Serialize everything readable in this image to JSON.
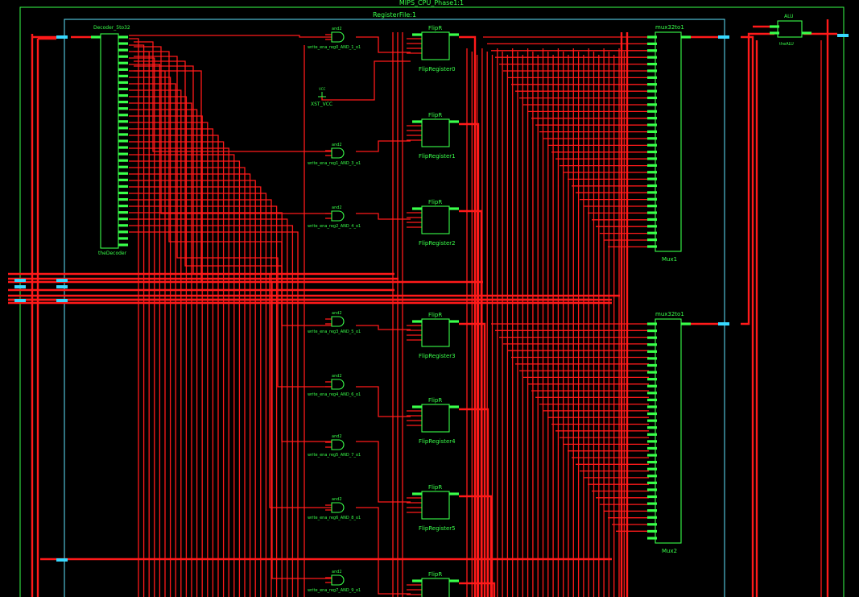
{
  "design": {
    "top_title": "MIPS_CPU_Phase1:1",
    "regfile_title": "RegisterFile:1"
  },
  "decoder": {
    "type": "Decoder_5to32",
    "name": "theDecoder"
  },
  "muxes": [
    {
      "type": "mux32to1",
      "name": "Mux1"
    },
    {
      "type": "mux32to1",
      "name": "Mux2"
    }
  ],
  "flipflops": [
    {
      "type": "FlipR",
      "name": "FlipRegister0"
    },
    {
      "type": "FlipR",
      "name": "FlipRegister1"
    },
    {
      "type": "FlipR",
      "name": "FlipRegister2"
    },
    {
      "type": "FlipR",
      "name": "FlipRegister3"
    },
    {
      "type": "FlipR",
      "name": "FlipRegister4"
    },
    {
      "type": "FlipR",
      "name": "FlipRegister5"
    },
    {
      "type": "FlipR",
      "name": ""
    }
  ],
  "and_gates": [
    {
      "type": "and2",
      "name": "write_ena_reg0_AND_1_o1"
    },
    {
      "type": "and2",
      "name": "write_ena_reg1_AND_3_o1"
    },
    {
      "type": "and2",
      "name": "write_ena_reg2_AND_4_o1"
    },
    {
      "type": "and2",
      "name": "write_ena_reg3_AND_5_o1"
    },
    {
      "type": "and2",
      "name": "write_ena_reg4_AND_6_o1"
    },
    {
      "type": "and2",
      "name": "write_ena_reg5_AND_7_o1"
    },
    {
      "type": "and2",
      "name": "write_ena_reg6_AND_8_o1"
    },
    {
      "type": "and2",
      "name": "write_ena_reg7_AND_9_o1"
    }
  ],
  "vcc": {
    "type": "VCC",
    "name": "XST_VCC"
  },
  "alu": {
    "type": "ALU",
    "name": "theALU"
  }
}
